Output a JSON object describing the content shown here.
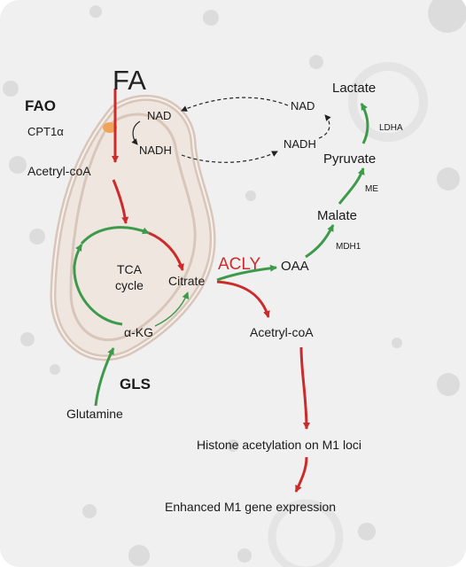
{
  "colors": {
    "background": "#f0f0f0",
    "deco_circle": "#dcdcdc",
    "mito_fill": "#efe6e0",
    "mito_stroke": "#d8c6bb",
    "red_arrow": "#cc2b2b",
    "green_arrow": "#3d9a4a",
    "dashed_arrow": "#222222",
    "cpt1a_marker": "#f1a35a"
  },
  "labels": {
    "fa": "FA",
    "fao": "FAO",
    "cpt1a": "CPT1α",
    "acetyl_coa_mito": "Acetryl-coA",
    "tca_cycle": "TCA\ncycle",
    "citrate": "Citrate",
    "alpha_kg": "α-KG",
    "gls": "GLS",
    "glutamine": "Glutamine",
    "nad_mito": "NAD",
    "nadh_mito": "NADH",
    "nad_cyto": "NAD",
    "nadh_cyto": "NADH",
    "lactate": "Lactate",
    "ldha": "LDHA",
    "pyruvate": "Pyruvate",
    "me": "ME",
    "malate": "Malate",
    "mdh1": "MDH1",
    "oaa": "OAA",
    "acly": "ACLY",
    "acetyl_coa_cyto": "Acetryl-coA",
    "histone": "Histone acetylation on M1 loci",
    "enhanced": "Enhanced M1 gene expression"
  }
}
